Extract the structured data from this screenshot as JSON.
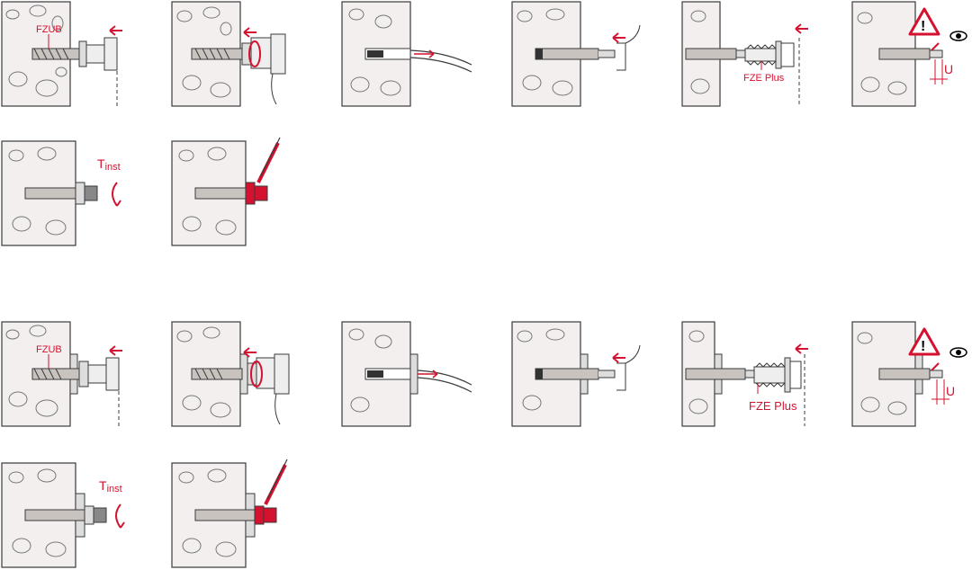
{
  "labels": {
    "fzub": "FZUB",
    "fze_plus": "FZE Plus",
    "t_inst_main": "T",
    "t_inst_sub": "inst",
    "u": "U"
  },
  "colors": {
    "accent": "#d4122f",
    "concrete": "#f2efee",
    "stroke": "#3a3a3a",
    "anchor": "#c9c3bf"
  },
  "icons": [
    "arrow-left-icon",
    "warning-icon",
    "eye-icon",
    "rotation-icon",
    "drill-icon",
    "setting-tool-icon",
    "blow-out-pump-icon",
    "wrench-icon",
    "marker-pen-icon"
  ],
  "sequences": [
    {
      "steps": [
        "drill-hole",
        "undercut-drill",
        "clean-hole",
        "insert-anchor",
        "set-anchor",
        "check-setting",
        "tighten-torque",
        "mark-anchor"
      ]
    },
    {
      "steps": [
        "drill-hole",
        "undercut-drill",
        "clean-hole",
        "insert-anchor",
        "set-anchor",
        "check-setting",
        "tighten-torque",
        "mark-anchor"
      ]
    }
  ]
}
